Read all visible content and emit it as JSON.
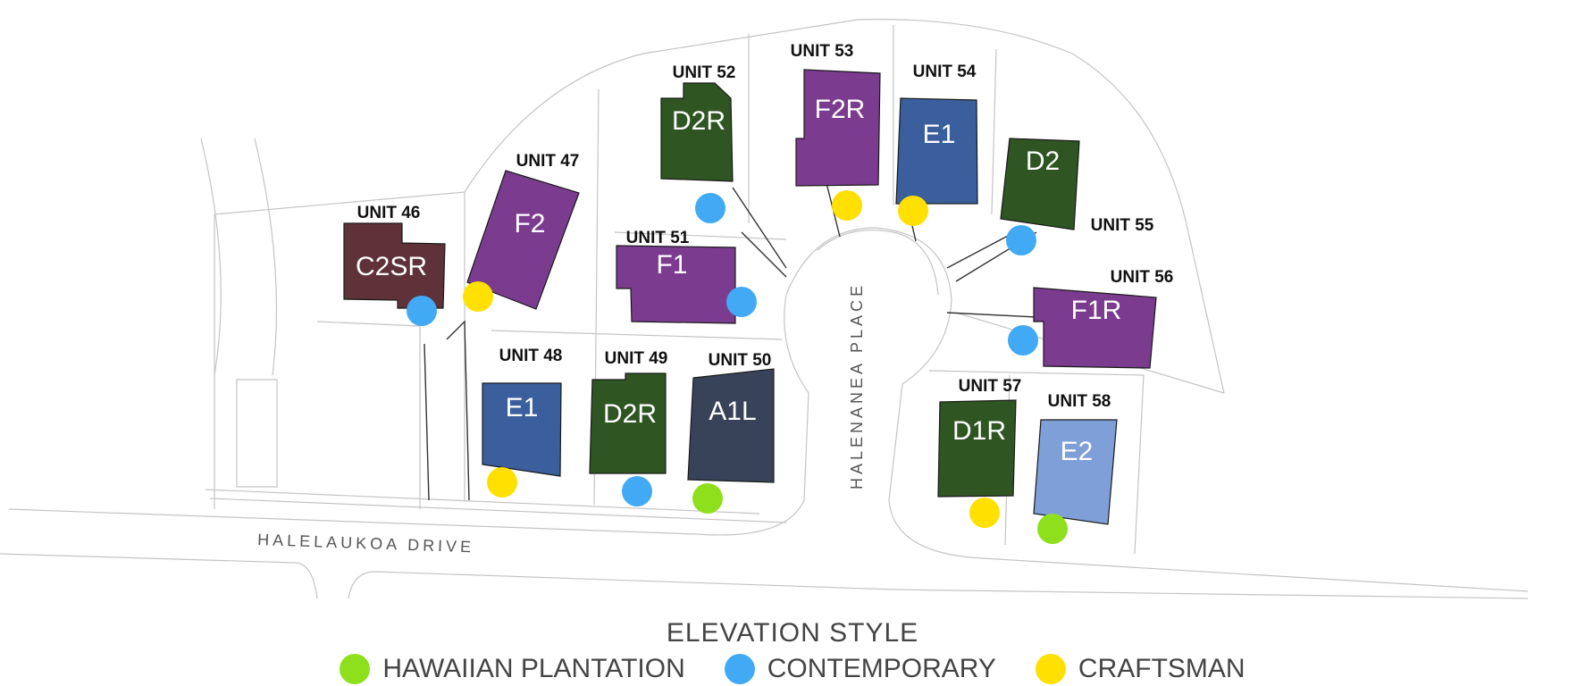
{
  "colors": {
    "hawaiian_plantation": "#8fe01c",
    "contemporary": "#42a9f5",
    "craftsman": "#ffe000",
    "plan_F": "#7b3b8f",
    "plan_D": "#2e5522",
    "plan_E": "#3a5f9c",
    "plan_E2": "#7e9fd8",
    "plan_C": "#5e3238",
    "plan_A": "#38435a"
  },
  "roads": {
    "drive": "HALELAUKOA DRIVE",
    "place": "HALENANEA PLACE"
  },
  "units": [
    {
      "label": "UNIT 46",
      "plan": "C2SR",
      "style": "contemporary",
      "color": "plan_C"
    },
    {
      "label": "UNIT 47",
      "plan": "F2",
      "style": "craftsman",
      "color": "plan_F"
    },
    {
      "label": "UNIT 48",
      "plan": "E1",
      "style": "craftsman",
      "color": "plan_E"
    },
    {
      "label": "UNIT 49",
      "plan": "D2R",
      "style": "contemporary",
      "color": "plan_D"
    },
    {
      "label": "UNIT 50",
      "plan": "A1L",
      "style": "hawaiian_plantation",
      "color": "plan_A"
    },
    {
      "label": "UNIT 51",
      "plan": "F1",
      "style": "contemporary",
      "color": "plan_F"
    },
    {
      "label": "UNIT 52",
      "plan": "D2R",
      "style": "contemporary",
      "color": "plan_D"
    },
    {
      "label": "UNIT 53",
      "plan": "F2R",
      "style": "craftsman",
      "color": "plan_F"
    },
    {
      "label": "UNIT 54",
      "plan": "E1",
      "style": "craftsman",
      "color": "plan_E"
    },
    {
      "label": "UNIT 55",
      "plan": "D2",
      "style": "contemporary",
      "color": "plan_D"
    },
    {
      "label": "UNIT 56",
      "plan": "F1R",
      "style": "contemporary",
      "color": "plan_F"
    },
    {
      "label": "UNIT 57",
      "plan": "D1R",
      "style": "craftsman",
      "color": "plan_D"
    },
    {
      "label": "UNIT 58",
      "plan": "E2",
      "style": "hawaiian_plantation",
      "color": "plan_E2"
    }
  ],
  "legend": {
    "title": "ELEVATION STYLE",
    "items": [
      {
        "key": "hawaiian_plantation",
        "label": "HAWAIIAN PLANTATION"
      },
      {
        "key": "contemporary",
        "label": "CONTEMPORARY"
      },
      {
        "key": "craftsman",
        "label": "CRAFTSMAN"
      }
    ]
  }
}
